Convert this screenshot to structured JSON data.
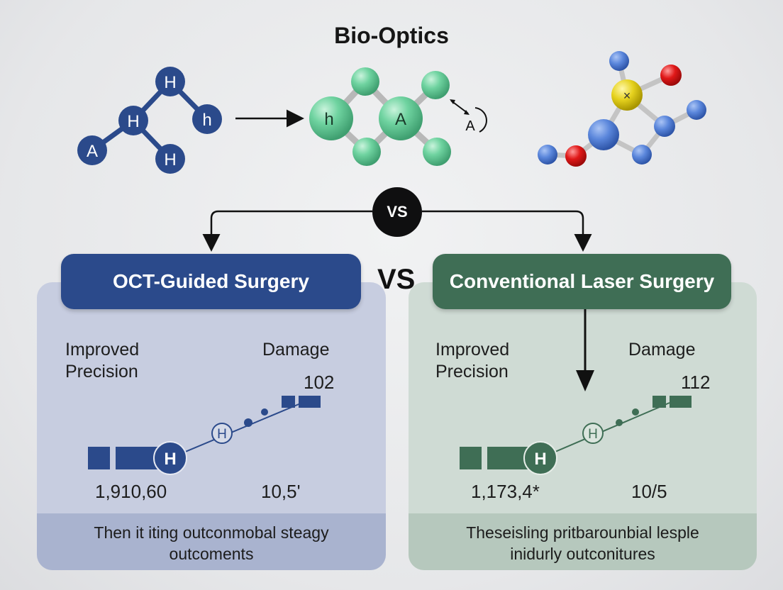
{
  "title": "Bio-Optics",
  "top_molecules": {
    "left_labels": [
      "H",
      "H",
      "h",
      "A",
      "H"
    ],
    "middle_labels": [
      "h",
      "A"
    ],
    "rotation_label": "A"
  },
  "vs_circle": "VS",
  "vs_big": "VS",
  "left_panel": {
    "header": "OCT-Guided Surgery",
    "label_precision": "Improved\nPrecision",
    "label_damage": "Damage",
    "value_top": "102",
    "node_large": "H",
    "node_small": "H",
    "value_bottom_left": "1,910,60",
    "value_bottom_right": "10,5'",
    "footer": "Then it iting outconmobal steagy\noutcoments",
    "color": "#2b4a8b"
  },
  "right_panel": {
    "header": "Conventional Laser Surgery",
    "label_precision": "Improved\nPrecision",
    "label_damage": "Damage",
    "value_top": "112",
    "node_large": "H",
    "node_small": "H",
    "value_bottom_left": "1,173,4*",
    "value_bottom_right": "10/5",
    "footer": "Theseisling pritbarounbial lesple\ninidurly outconitures",
    "color": "#3f6e55"
  }
}
